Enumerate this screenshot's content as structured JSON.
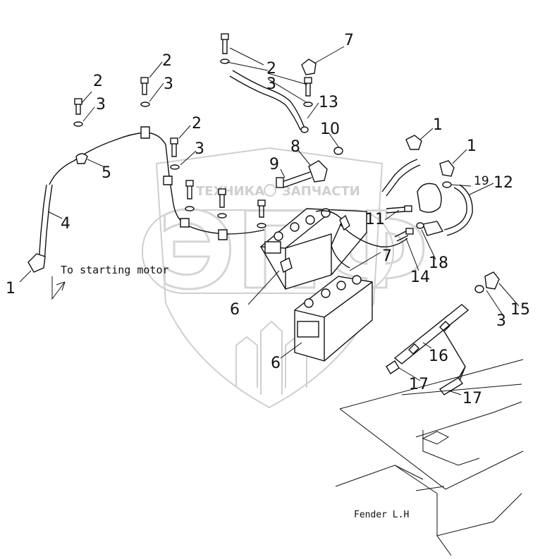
{
  "watermark": {
    "brand_left": "ТЕХНИКА",
    "brand_right": "ЗАПЧАСТИ",
    "letters": "ЭПФ"
  },
  "notes": {
    "starting_motor": "To starting motor",
    "fender": "Fender L.H"
  },
  "callouts": {
    "c1_left": "1",
    "c4": "4",
    "c5": "5",
    "c2_a": "2",
    "c3_a": "3",
    "c2_b": "2",
    "c3_b": "3",
    "c2_c": "2",
    "c3_c": "3",
    "c2_d": "2",
    "c3_d": "3",
    "c7_top": "7",
    "c13": "13",
    "c10": "10",
    "c8": "8",
    "c9": "9",
    "c1_top": "1",
    "c1_right": "1",
    "c19": "19",
    "c12": "12",
    "c11": "11",
    "c7_mid": "7",
    "c18": "18",
    "c14": "14",
    "c6_a": "6",
    "c6_b": "6",
    "c3_e": "3",
    "c15": "15",
    "c16": "16",
    "c17_a": "17",
    "c17_b": "17"
  }
}
